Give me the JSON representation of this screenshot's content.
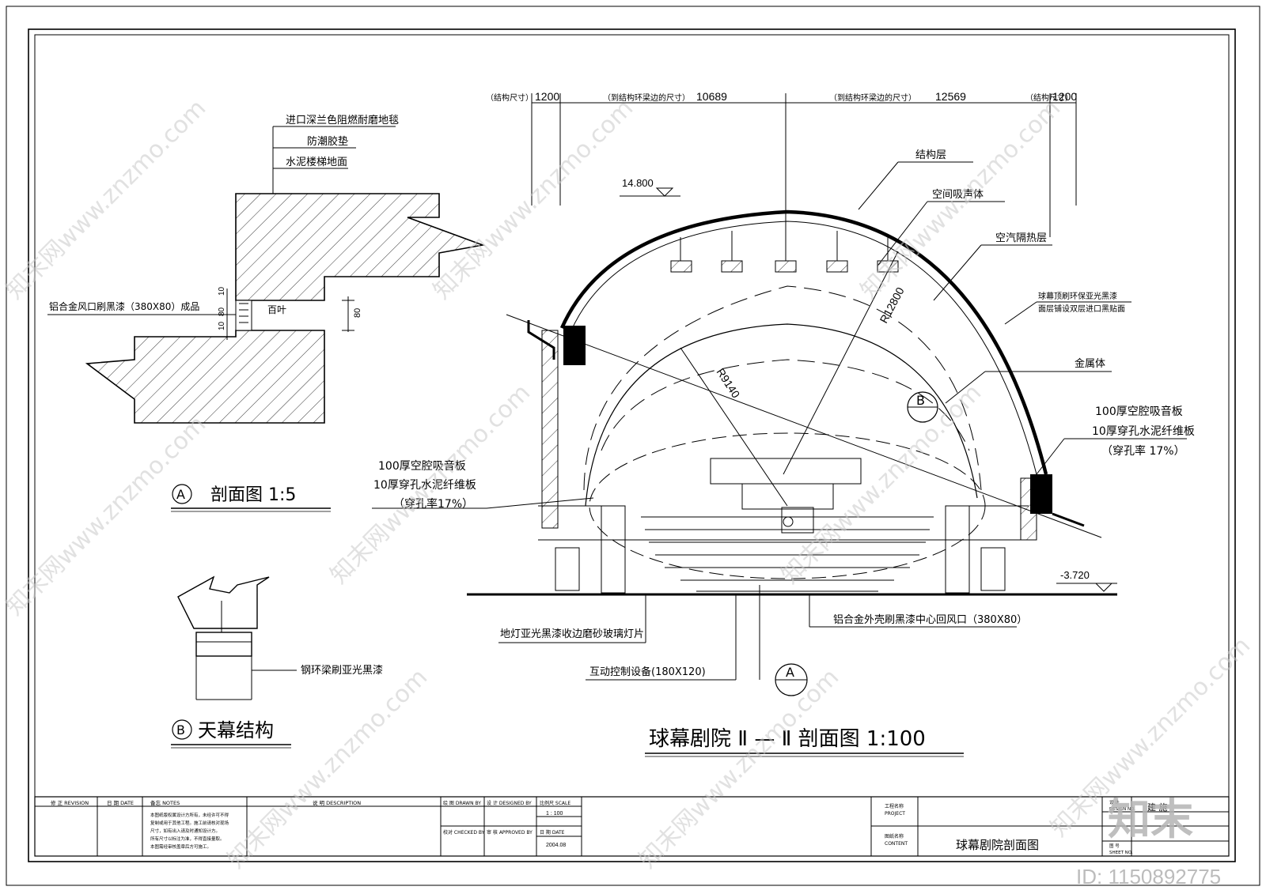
{
  "dimensions": {
    "top_labels": [
      "（结构尺寸）",
      "（到结构环梁边的尺寸）",
      "（到结构环梁边的尺寸）",
      "（结构尺寸）"
    ],
    "top_values": [
      "1200",
      "10689",
      "12569",
      "1200"
    ],
    "elevation_top": "14.800",
    "elevation_bottom": "-3.720",
    "radius_outer": "R12800",
    "radius_inner": "R9140",
    "detail_a_dims": [
      "10",
      "80",
      "10",
      "80"
    ]
  },
  "detail_a": {
    "labels": [
      "进口深兰色阻燃耐磨地毯",
      "防潮胶垫",
      "水泥楼梯地面"
    ],
    "vent_label": "铝合金风口刷黑漆（380X80）成品",
    "louver_label": "百叶",
    "title_marker": "A",
    "title": "剖面图  1:5"
  },
  "detail_b": {
    "label": "钢环梁刷亚光黑漆",
    "title_marker": "B",
    "title": "天幕结构"
  },
  "section": {
    "callouts": {
      "structure": "结构层",
      "absorber": "空间吸声体",
      "air_layer": "空汽隔热层",
      "dome_paint": [
        "球幕顶刷环保亚光黑漆",
        "面层铺设双层进口黑贴面"
      ],
      "metal": "金属体",
      "right_board": [
        "100厚空腔吸音板",
        "10厚穿孔水泥纤维板",
        "（穿孔率 17%）"
      ],
      "left_board": [
        "100厚空腔吸音板",
        "10厚穿孔水泥纤维板",
        "（穿孔率17%）"
      ],
      "floor_light": "地灯亚光黑漆收边磨砂玻璃灯片",
      "control": "互动控制设备(180X120)",
      "return_vent": "铝合金外壳刷黑漆中心回风口（380X80）"
    },
    "markers": [
      "B",
      "A"
    ],
    "title": "球幕剧院  Ⅱ — Ⅱ 剖面图  1:100"
  },
  "title_block": {
    "revision": "修 正 REVISION",
    "date_col": "日 期  DATE",
    "notes_head": "备忘 NOTES",
    "notes_text": [
      "本图纸版权属设计方所有，未经许可不得",
      "复制或用于其他工程。施工前请核对现场",
      "尺寸，如有出入请及时通知设计方。",
      "所有尺寸以标注为准，不得直接量取。",
      "本图需经审核盖章后方可施工。"
    ],
    "description": "说  明  DESCRIPTION",
    "drawn_by": "绘 图  DRAWN BY",
    "designed_by": "设 计  DESIGNED BY",
    "scale_label": "比例尺 SCALE",
    "scale_value": "1 : 100",
    "checked_by": "校对  CHECKED BY",
    "approved_by": "审 核 APPROVED BY",
    "date_label": "日 期  DATE",
    "date_value": "2004.08",
    "project_label": [
      "工程名称",
      "PROJECT"
    ],
    "content_label": [
      "图纸名称",
      "CONTENT"
    ],
    "content_value": "球幕剧院剖面图",
    "sheet_label": [
      "图 号",
      "SHEET NO."
    ],
    "design_label": [
      "设 计",
      "DESIGN NO."
    ],
    "sheet_mark": "建 施"
  },
  "watermark": {
    "site": "知末网www.znzmo.com",
    "logo": "知末",
    "id": "ID: 1150892775"
  }
}
